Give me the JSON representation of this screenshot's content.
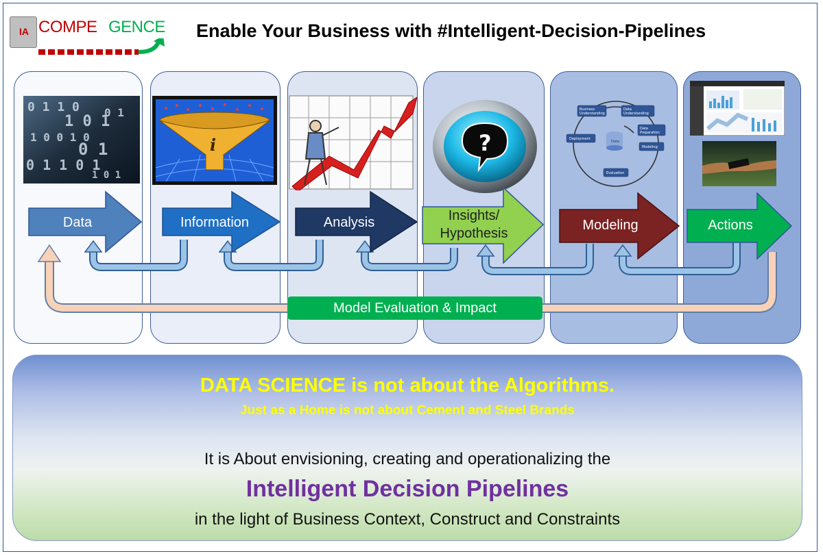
{
  "logo": {
    "ia": "IA",
    "word_part1": "COMPE",
    "word_part2": "GENCE"
  },
  "title": "Enable Your Business with #Intelligent-Decision-Pipelines",
  "stages": [
    {
      "label": "Data",
      "color": "#4f81bd",
      "image": "binary-digits-photo"
    },
    {
      "label": "Information",
      "color": "#1f6fc5",
      "image": "funnel-info-icon"
    },
    {
      "label": "Analysis",
      "color": "#1f3864",
      "image": "man-rising-arrow-sketch"
    },
    {
      "label_line1": "Insights/",
      "label_line2": "Hypothesis",
      "color": "#92d050",
      "image": "question-speech-bubble-button"
    },
    {
      "label": "Modeling",
      "color": "#7b2222",
      "image": "crisp-dm-cycle-diagram"
    },
    {
      "label": "Actions",
      "color": "#00b050",
      "image": "dashboard-and-handshake-photos"
    }
  ],
  "crisp_dm": {
    "business": "Business Understanding",
    "data_understanding": "Data Understanding",
    "data_prep": "Data Preparation",
    "modeling": "Modeling",
    "evaluation": "Evaluation",
    "deployment": "Deployment",
    "data": "Data"
  },
  "feedback": {
    "label": "Model Evaluation & Impact",
    "color": "#00b050"
  },
  "message": {
    "headline": "DATA SCIENCE is not about the Algorithms.",
    "subline": "Just as a Home is not about Cement and Steel Brands",
    "line1": "It is About envisioning, creating and operationalizing the",
    "emphasis": "Intelligent Decision Pipelines",
    "line2": "in the light of Business Context, Construct and Constraints"
  }
}
